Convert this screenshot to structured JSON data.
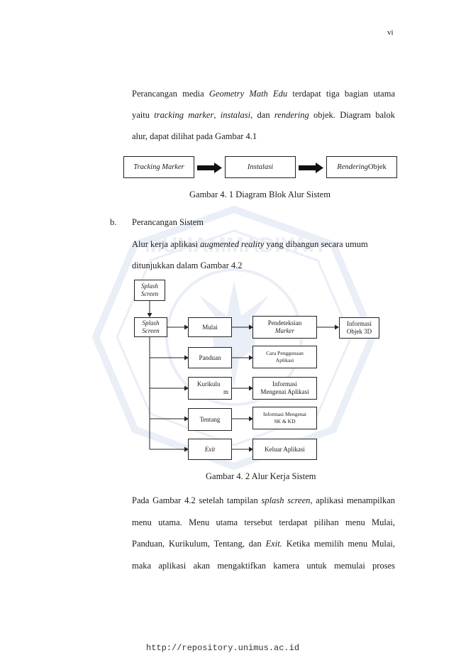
{
  "page_number": "vi",
  "intro": {
    "line1": [
      "Perancangan media ",
      "Geometry Math Edu",
      " terdapat tiga bagian utama"
    ],
    "line2": [
      "yaitu ",
      "tracking marker",
      ", ",
      "instalasi",
      ", dan ",
      "rendering",
      " objek. Diagram balok"
    ],
    "line3": "alur, dapat dilihat pada Gambar 4.1"
  },
  "diagram1": {
    "box1": "Tracking Marker",
    "box2": "Instalasi",
    "box3_italic": "Rendering",
    "box3_rest": " Objek",
    "caption": "Gambar 4. 1 Diagram Blok Alur Sistem"
  },
  "section_b": {
    "marker": "b.",
    "title": "Perancangan Sistem",
    "p_line1": [
      "Alur kerja aplikasi ",
      "augmented reality",
      " yang dibangun secara umum"
    ],
    "p_line2": "ditunjukkan dalam Gambar 4.2"
  },
  "diagram2": {
    "splash1": [
      "Splash",
      "Screen"
    ],
    "splash2": [
      "Splash",
      "Screen"
    ],
    "mulai": "Mulai",
    "pendeteksian": [
      "Pendeteksian",
      "Marker"
    ],
    "informasi_objek": [
      "Informasi",
      "Objek 3D"
    ],
    "panduan": "Panduan",
    "cara": [
      "Cara Penggunaan",
      "Aplikasi"
    ],
    "kurikulum": [
      "Kurikulu",
      "m"
    ],
    "info_aplikasi": [
      "Informasi",
      "Mengenai Aplikasi"
    ],
    "tentang": "Tentang",
    "info_sk": [
      "Informasi Mengenai",
      "SK & KD"
    ],
    "exit": "Exit",
    "keluar": "Keluar Aplikasi",
    "caption": "Gambar 4. 2 Alur Kerja Sistem"
  },
  "closing": {
    "line1": [
      "Pada Gambar 4.2 setelah tampilan ",
      "splash screen",
      ", aplikasi menampilkan"
    ],
    "line2": "menu utama. Menu utama tersebut terdapat pilihan menu Mulai,",
    "line3": [
      "Panduan, Kurikulum, Tentang, dan ",
      "Exit.",
      " Ketika memilih menu Mulai,"
    ],
    "line4": "maka aplikasi akan mengaktifkan kamera untuk memulai proses"
  },
  "footer_url": "http://repository.unimus.ac.id",
  "colors": {
    "text": "#1a1a1a",
    "watermark": "#b9c8e6"
  }
}
